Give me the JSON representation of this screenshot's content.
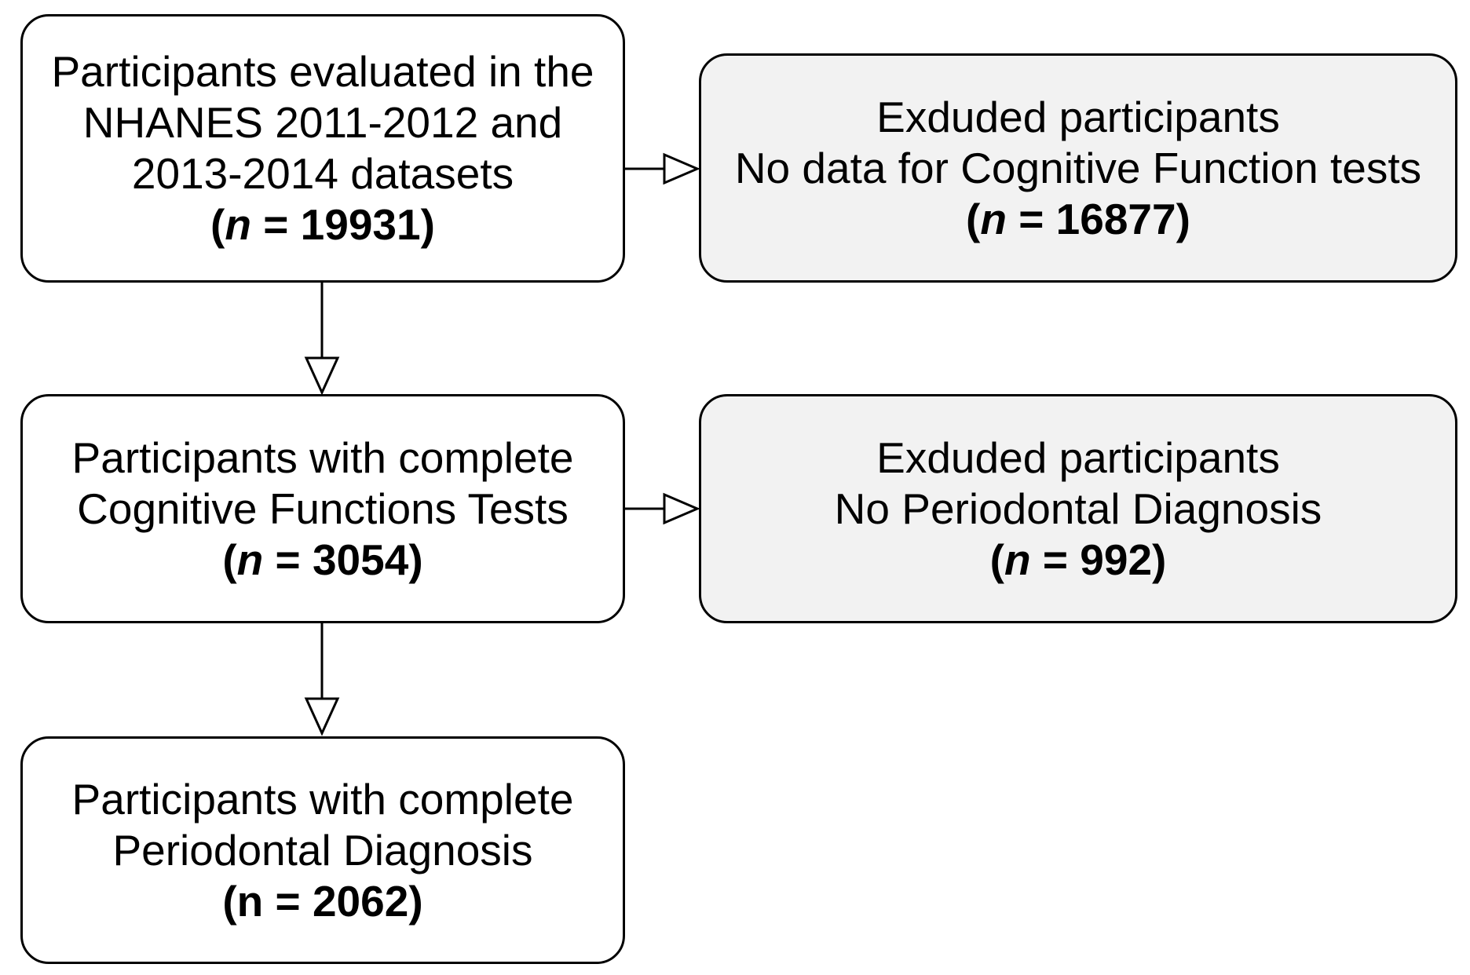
{
  "boxes": {
    "evaluated": {
      "lines": [
        "Participants evaluated in the",
        "NHANES 2011-2012 and",
        "2013-2014 datasets"
      ],
      "n_symbol": "n",
      "n_value": "19931"
    },
    "excluded_cognitive": {
      "lines": [
        "Exduded participants",
        "No data for Cognitive Function tests"
      ],
      "n_symbol": "n",
      "n_value": "16877"
    },
    "complete_cognitive": {
      "lines": [
        "Participants with complete",
        "Cognitive Functions Tests"
      ],
      "n_symbol": "n",
      "n_value": "3054"
    },
    "excluded_periodontal": {
      "lines": [
        "Exduded participants",
        "No Periodontal Diagnosis"
      ],
      "n_symbol": "n",
      "n_value": "992"
    },
    "complete_periodontal": {
      "lines": [
        "Participants with complete",
        "Periodontal Diagnosis"
      ],
      "n_symbol": "n",
      "n_value": "2062"
    }
  },
  "colors": {
    "included_fill": "#ffffff",
    "excluded_fill": "#f2f2f2",
    "stroke": "#000000"
  }
}
